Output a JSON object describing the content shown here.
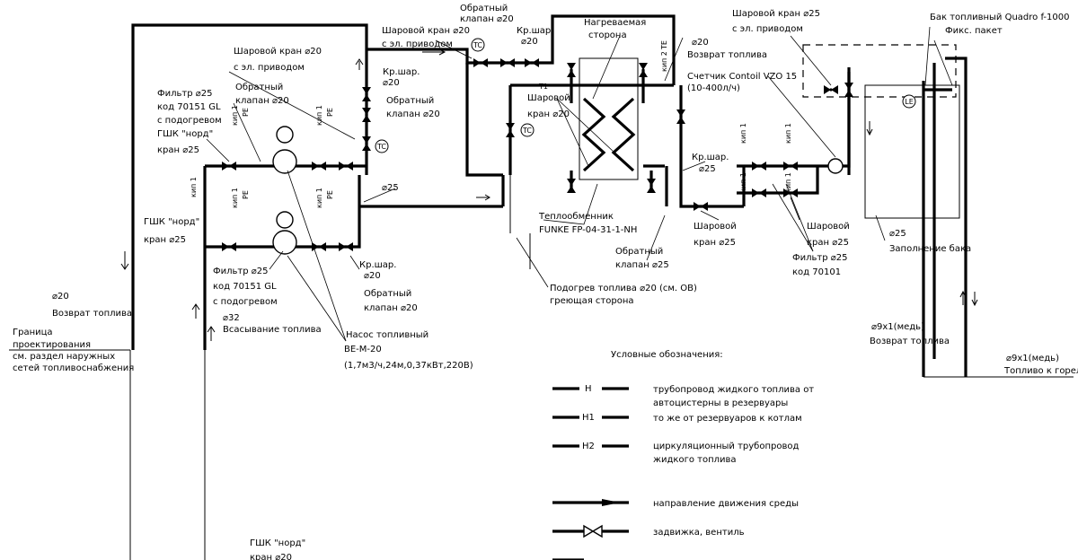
{
  "labels": {
    "ball_valve_motor_top": "Шаровой кран ⌀20",
    "with_motor_1": "с эл. приводом",
    "check_valve_top": "Обратный",
    "check_valve_top_2": "клапан ⌀20",
    "kr_shar_top": "Кр.шар.",
    "kr_shar_top_2": "⌀20",
    "heated_side_1": "Нагреваемая",
    "heated_side_2": "сторона",
    "return_fuel_top": "⌀20",
    "return_fuel_top_2": "Возврат топлива",
    "ball_valve_motor_right": "Шаровой кран ⌀25",
    "with_motor_right": "с эл. приводом",
    "counter_1": "Счетчик Contoil VZO 15",
    "counter_2": "(10-400л/ч)",
    "tank_1": "Бак топливный Quadro f-1000",
    "tank_2": "Фикс. пакет",
    "ball_valve_motor_left": "Шаровой кран ⌀20",
    "with_motor_left": "с эл. приводом",
    "kr_shar_left": "Кр.шар.",
    "kr_shar_left_2": "⌀20",
    "check_left": "Обратный",
    "check_left_2": "клапан ⌀20",
    "check_pump": "Обратный",
    "check_pump_2": "клапан ⌀20",
    "filter_top_1": "Фильтр ⌀25",
    "filter_top_2": "код 70151 GL",
    "filter_top_3": "с подогревом",
    "gshk_top_1": "ГШК \"норд\"",
    "gshk_top_2": "кран ⌀25",
    "ball_valve_hx_1": "Шаровой",
    "ball_valve_hx_2": "кран ⌀20",
    "t1": "T1",
    "kr_shar_hx": "Кр.шар.",
    "kr_shar_hx_2": "⌀25",
    "pipe_25": "⌀25",
    "gshk_mid_1": "ГШК \"норд\"",
    "gshk_mid_2": "кран ⌀25",
    "hx_1": "Теплообменник",
    "hx_2": "FUNKE FP-04-31-1-NH",
    "check_hx_1": "Обратный",
    "check_hx_2": "клапан ⌀25",
    "ball_valve_b_1": "Шаровой",
    "ball_valve_b_2": "кран ⌀25",
    "ball_valve_c_1": "Шаровой",
    "ball_valve_c_2": "кран ⌀25",
    "filter_right_1": "Фильтр ⌀25",
    "filter_right_2": "код 70101",
    "tank_fill_1": "⌀25",
    "tank_fill_2": "Заполнение бака",
    "filter_bot_1": "Фильтр ⌀25",
    "filter_bot_2": "код 70151 GL",
    "filter_bot_3": "с подогревом",
    "kr_shar_bot": "Кр.шар.",
    "kr_shar_bot_2": "⌀20",
    "check_bot": "Обратный",
    "check_bot_2": "клапан ⌀20",
    "heating_1": "Подогрев топлива ⌀20 (см. ОВ)",
    "heating_2": "греющая сторона",
    "return_left_1": "⌀20",
    "return_left_2": "Возврат топлива",
    "suction_1": "⌀32",
    "suction_2": "Всасывание топлива",
    "border_1": "Граница",
    "border_2": "проектирования",
    "border_3": "см. раздел наружных",
    "border_4": "сетей топливоснабжения",
    "pump_1": "Насос топливный",
    "pump_2": "BE-M-20",
    "pump_3": "(1,7м3/ч,24м,0,37кВт,220В)",
    "return_cu_1": "⌀9x1(медь)",
    "return_cu_2": "Возврат топлива",
    "fuel_cu_1": "⌀9x1(медь)",
    "fuel_cu_2": "Топливо к горелкам",
    "gshk_bottom_1": "ГШК \"норд\"",
    "gshk_bottom_2": "кран ⌀20",
    "tc": "TC",
    "le": "LE",
    "pe": "PE",
    "te": "TE",
    "kip1": "кип 1",
    "kip2": "кип 2"
  },
  "legend": {
    "title": "Условные обозначения:",
    "items": [
      {
        "code": "Н",
        "text1": "трубопровод жидкого топлива от",
        "text2": "автоцистерны в резервуары"
      },
      {
        "code": "Н1",
        "text1": "то же  от резервуаров к котлам",
        "text2": ""
      },
      {
        "code": "Н2",
        "text1": "циркуляционный трубопровод",
        "text2": "жидкого топлива"
      },
      {
        "code": "",
        "text1": "направление движения среды",
        "text2": ""
      },
      {
        "code": "",
        "text1": "задвижка, вентиль",
        "text2": ""
      }
    ]
  }
}
